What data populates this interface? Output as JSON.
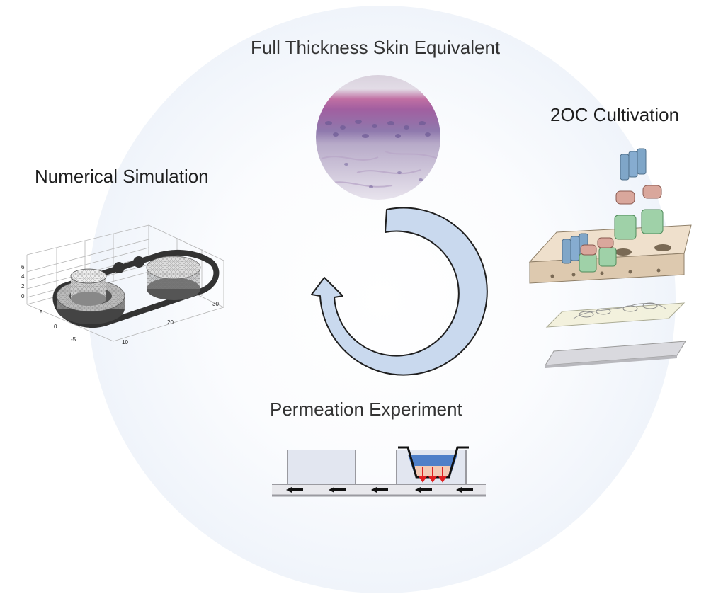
{
  "labels": {
    "skin": "Full Thickness Skin Equivalent",
    "oc2": "2OC Cultivation",
    "simulation": "Numerical Simulation",
    "permeation": "Permeation Experiment"
  },
  "plot_axes": {
    "z_ticks": [
      "6",
      "4",
      "2",
      "0"
    ],
    "y_ticks": [
      "5",
      "0",
      "-5"
    ],
    "x_ticks": [
      "10",
      "20",
      "30"
    ]
  },
  "colors": {
    "background_circle": "#e3ebf6",
    "cycle_arrow_fill": "#c9d9ee",
    "cycle_arrow_stroke": "#1f1f1f",
    "tissue_top": "#c06fa3",
    "tissue_mid": "#8f79ad",
    "plate": "#efe0cc",
    "connector_blue": "#7fa6c8",
    "connector_pink": "#d9a79c",
    "connector_green": "#9fd1a8",
    "medium_blue": "#4f7fc8",
    "flow_arrow_red": "#e02020"
  },
  "icons": {
    "cycle": "circular-arrow-icon",
    "flow": "flow-arrow-icon",
    "diffusion": "down-arrow-icon"
  }
}
